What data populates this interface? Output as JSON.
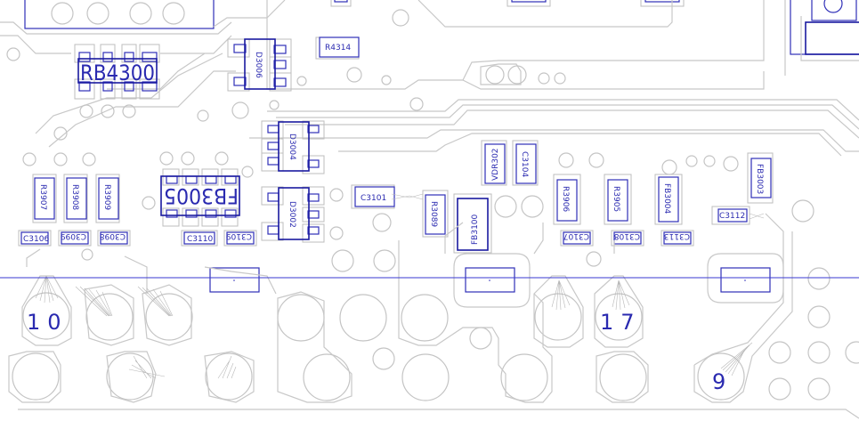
{
  "view": {
    "title": "PCB layout view",
    "colors": {
      "background": "#ffffff",
      "outline": "#c8c8c8",
      "component_body": "#3030b8",
      "label": "#2a2ab0",
      "cursor_line": "#3a3ad0"
    }
  },
  "components": {
    "rb4300": "RB4300",
    "d3006": "D3006",
    "r4314": "R4314",
    "d3004": "D3004",
    "d3002": "D3002",
    "fb3005": "FB3005",
    "c3101": "C3101",
    "r3089": "R3089",
    "fb3100": "FB3100",
    "vdr302": "VDR302",
    "c3104": "C3104",
    "r3906": "R3906",
    "r3905": "R3905",
    "fb3004": "FB3004",
    "fb3003": "FB3003",
    "c3112": "C3112",
    "r3907": "R3907",
    "r3908": "R3908",
    "r3909": "R3909",
    "c3106": "C3106",
    "c3099": "C3099",
    "c3098": "C3098",
    "c3110": "C3110",
    "c3109": "C3109",
    "c3107": "C3107",
    "c3108": "C3108",
    "c3113": "C3113"
  },
  "pin_numbers": {
    "pin_10": "10",
    "pin_17": "17",
    "pin_9": "9"
  }
}
